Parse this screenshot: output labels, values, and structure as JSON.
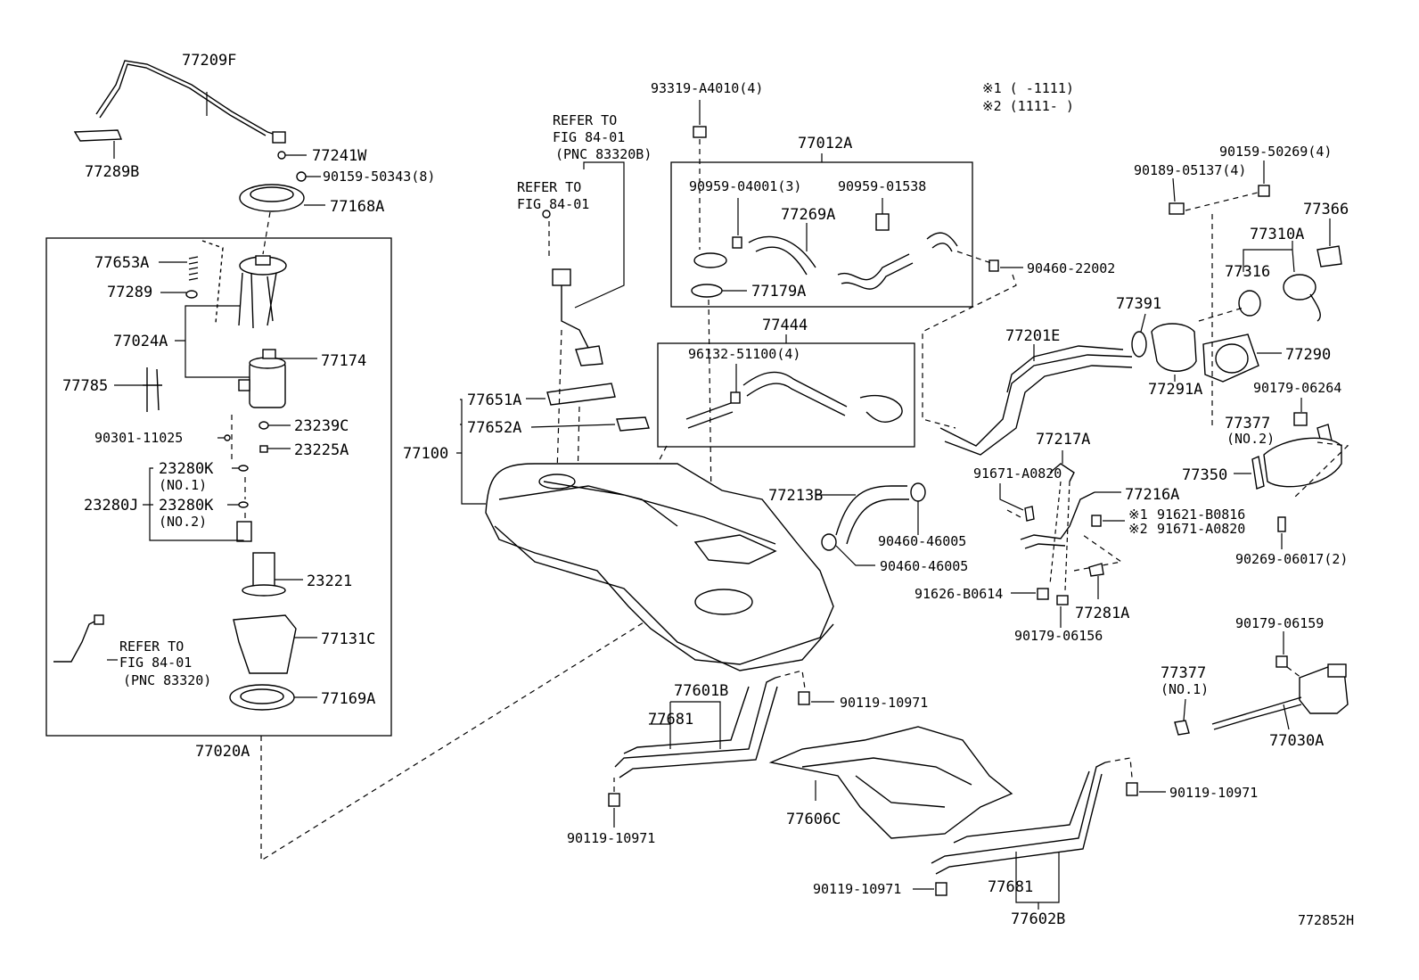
{
  "diagram_id": "772852H",
  "notes": {
    "note1": "※1 (        -1111)",
    "note2": "※2 (1111-        )"
  },
  "refs": {
    "left_refer": [
      "REFER TO",
      "FIG 84-01",
      "(PNC 83320)"
    ],
    "top_refer1": [
      "REFER TO",
      "FIG 84-01",
      "(PNC 83320B)"
    ],
    "top_refer2": [
      "REFER TO",
      "FIG 84-01"
    ]
  },
  "labels": {
    "p77209F": "77209F",
    "p77289B": "77289B",
    "p77241W": "77241W",
    "p90159_50343": "90159-50343(8)",
    "p77168A": "77168A",
    "p77653A": "77653A",
    "p77289": "77289",
    "p77024A": "77024A",
    "p77174": "77174",
    "p77785": "77785",
    "p23239C": "23239C",
    "p90301_11025": "90301-11025",
    "p23225A": "23225A",
    "p23280K_1": "23280K",
    "no1_a": "(NO.1)",
    "p23280J": "23280J",
    "p23280K_2": "23280K",
    "no2_a": "(NO.2)",
    "p23221": "23221",
    "p77131C": "77131C",
    "p77169A": "77169A",
    "p77020A": "77020A",
    "p93319": "93319-A4010(4)",
    "p77012A": "77012A",
    "p90959_04001": "90959-04001(3)",
    "p90959_01538": "90959-01538",
    "p77269A": "77269A",
    "p77179A": "77179A",
    "p90460_22002": "90460-22002",
    "p77444": "77444",
    "p96132": "96132-51100(4)",
    "p77651A": "77651A",
    "p77652A": "77652A",
    "p77100": "77100",
    "p77213B": "77213B",
    "p90460_46005a": "90460-46005",
    "p90460_46005b": "90460-46005",
    "p91671_A0820a": "91671-A0820",
    "p77217A": "77217A",
    "p77216A": "77216A",
    "mark1": "※1",
    "p91621": "91621-B0816",
    "mark2": "※2",
    "p91671_A0820b": "91671-A0820",
    "p91626": "91626-B0614",
    "p77281A": "77281A",
    "p90179_06156": "90179-06156",
    "p77201E": "77201E",
    "p77391": "77391",
    "p77291A": "77291A",
    "p77290": "77290",
    "p77316": "77316",
    "p77310A": "77310A",
    "p77366": "77366",
    "p90189": "90189-05137(4)",
    "p90159_50269": "90159-50269(4)",
    "p90179_06264": "90179-06264",
    "p77377a": "77377",
    "no2_b": "(NO.2)",
    "p77350": "77350",
    "p90269": "90269-06017(2)",
    "p90179_06159": "90179-06159",
    "p77377b": "77377",
    "no1_b": "(NO.1)",
    "p77030A": "77030A",
    "p77601B": "77601B",
    "p77681a": "77681",
    "p90119a": "90119-10971",
    "p90119b": "90119-10971",
    "p77606C": "77606C",
    "p90119c": "90119-10971",
    "p90119d": "90119-10971",
    "p77681b": "77681",
    "p77602B": "77602B"
  }
}
